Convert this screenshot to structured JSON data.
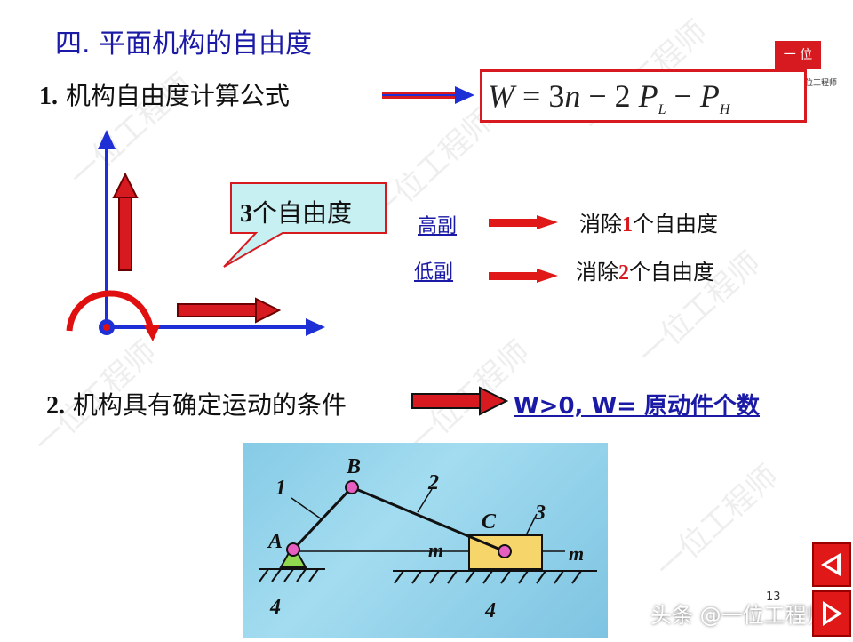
{
  "section_title": "四. 平面机构的自由度",
  "item1": {
    "num": "1.",
    "text": "机构自由度计算公式"
  },
  "formula": {
    "W": "W",
    "eq": "=",
    "three": "3",
    "n": "n",
    "minus1": "−",
    "two": "2",
    "P1": "P",
    "sub1": "L",
    "minus2": "−",
    "P2": "P",
    "sub2": "H"
  },
  "logo": {
    "text": "一 位",
    "subtext": "位工程师"
  },
  "callout": {
    "num": "3",
    "text": "个自由度"
  },
  "pairs": [
    {
      "label": "高副",
      "desc_pre": "消除",
      "num": "1",
      "desc_post": "个自由度"
    },
    {
      "label": "低副",
      "desc_pre": "消除",
      "num": "2",
      "desc_post": "个自由度"
    }
  ],
  "item2": {
    "num": "2.",
    "text": "机构具有确定运动的条件"
  },
  "condition": "W>0,   W= 原动件个数",
  "mechanism": {
    "labels": {
      "A": "A",
      "B": "B",
      "C": "C",
      "n1": "1",
      "n2": "2",
      "n3": "3",
      "m_left": "m",
      "m_right": "m",
      "g1": "4",
      "g2": "4"
    }
  },
  "page_number": "13",
  "footer_watermark": "头条 @一位工程师",
  "watermark_text": "一位工程师",
  "colors": {
    "title_blue": "#1a1aa6",
    "accent_red": "#d71920",
    "arrow_blue": "#1f2fd6"
  }
}
